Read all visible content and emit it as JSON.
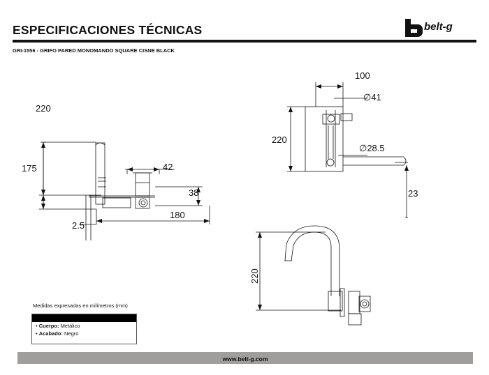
{
  "header": {
    "title": "ESPECIFICACIONES TÉCNICAS",
    "subtitle": "GRI-1556 - GRIFO PARED MONOMANDO SQUARE CISNE BLACK",
    "brand": "belt-g"
  },
  "drawing_side": {
    "dim_220": "220",
    "dim_175": "175",
    "dim_42": "42",
    "dim_38": "38",
    "dim_180": "180",
    "dim_2_5": "2.5"
  },
  "drawing_top": {
    "dim_100": "100",
    "dim_41": "∅41",
    "dim_220": "220",
    "dim_28_5": "∅28.5",
    "dim_23": "23"
  },
  "drawing_front": {
    "dim_220": "220"
  },
  "specs": {
    "note": "Medidas expresadas en milímetros (mm)",
    "body_label": "Cuerpo:",
    "body_value": "Metálico",
    "finish_label": "Acabado:",
    "finish_value": "Negro"
  },
  "footer": {
    "url": "www.belt-g.com"
  },
  "colors": {
    "ink": "#111111",
    "footer_bar": "#a09d9d"
  }
}
